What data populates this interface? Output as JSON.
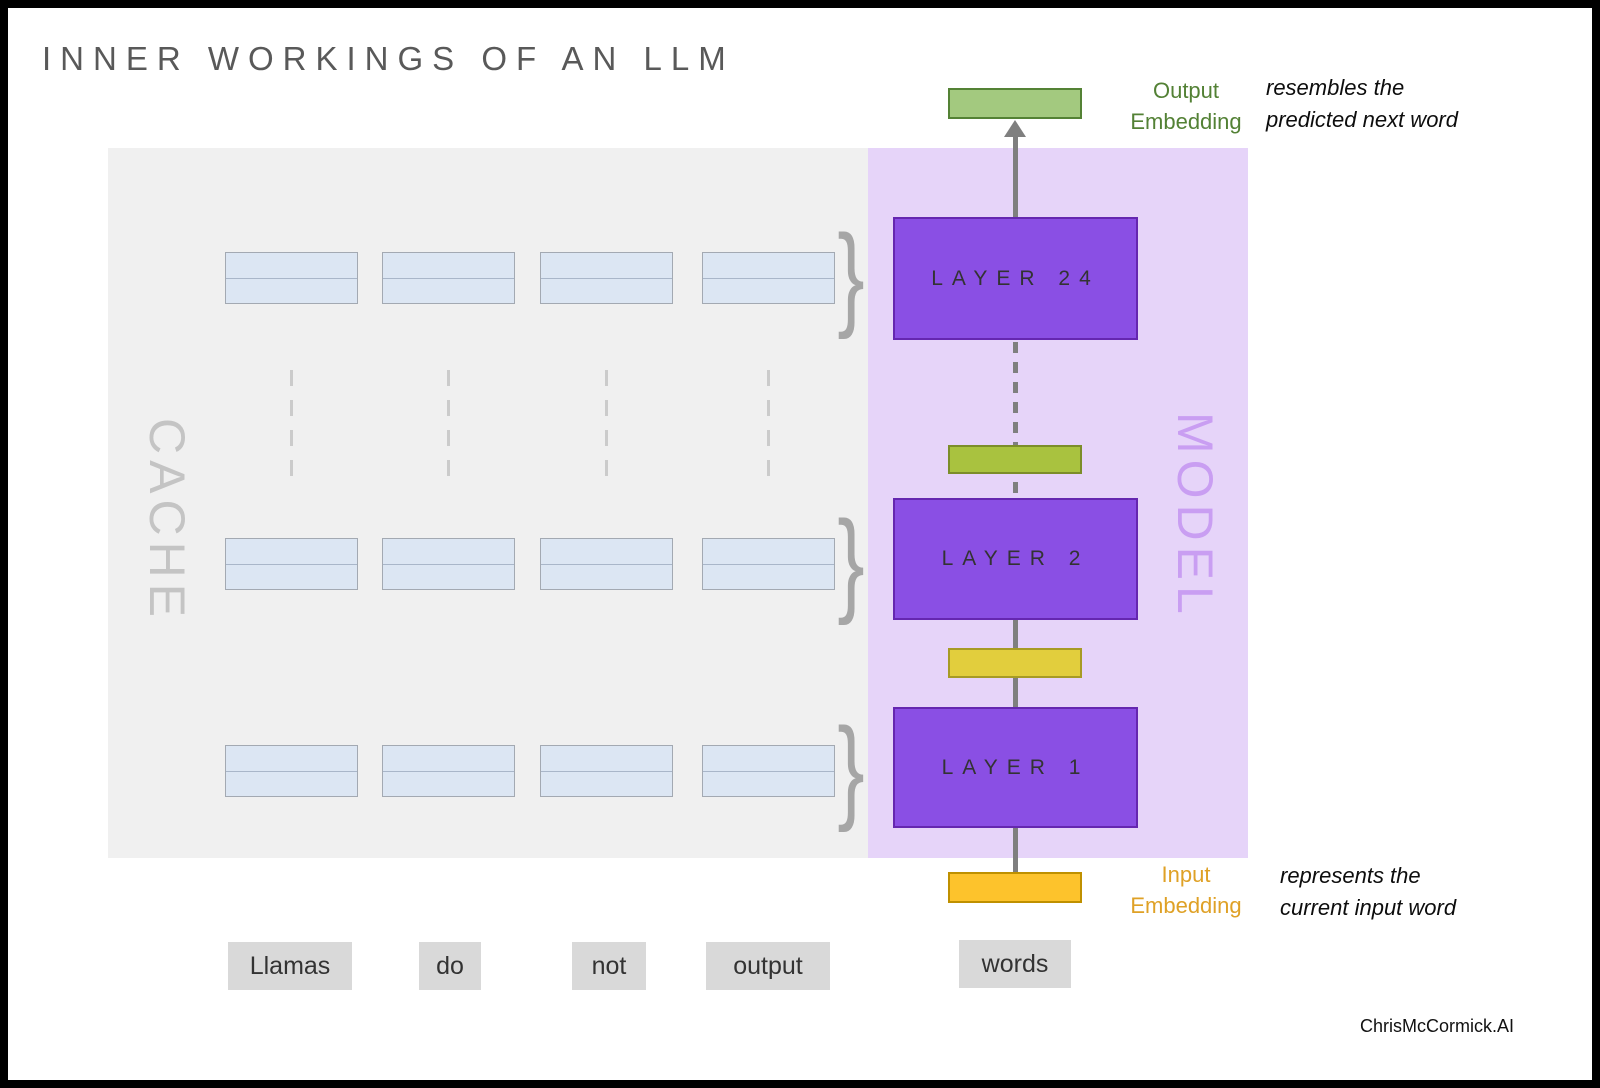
{
  "title": "INNER WORKINGS OF AN LLM",
  "cache": {
    "label": "CACHE",
    "brace_char": "}",
    "rows": 3,
    "columns": 4
  },
  "model": {
    "label": "MODEL",
    "layers": [
      "LAYER 24",
      "LAYER 2",
      "LAYER 1"
    ]
  },
  "embeddings": {
    "output": {
      "label": "Output\nEmbedding",
      "annotation": "resembles the\npredicted next word",
      "color": "#538135"
    },
    "input": {
      "label": "Input\nEmbedding",
      "annotation": "represents the\ncurrent input word",
      "color": "#DFA126"
    }
  },
  "tokens": {
    "cached": [
      "Llamas",
      "do",
      "not",
      "output"
    ],
    "current": "words"
  },
  "watermark": "ChrisMcCormick.AI",
  "colors": {
    "cache_bg": "#F0F0F0",
    "model_bg": "#E6D4F9",
    "layer_fill": "#8A4FE4",
    "kv_cell_fill": "#DCE6F3",
    "output_embedding_fill": "#A3C97F",
    "input_embedding_fill": "#FDC32C",
    "mid_yellow_fill": "#E2CE3D",
    "mid_olive_fill": "#A9C23F",
    "arrow": "#7F7F7F"
  }
}
